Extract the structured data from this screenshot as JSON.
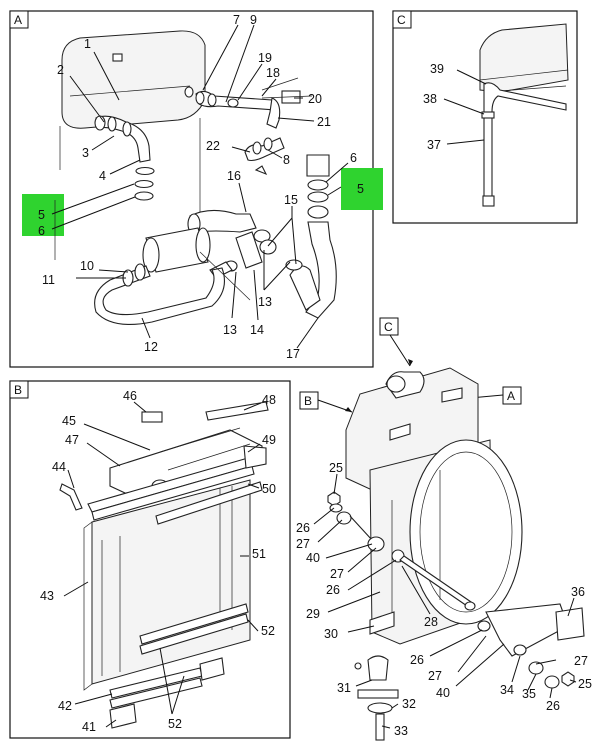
{
  "panels": {
    "a": {
      "tag": "A"
    },
    "b": {
      "tag": "B"
    },
    "c": {
      "tag": "C"
    }
  },
  "assembly_tags": {
    "c": "C",
    "b": "B",
    "a": "A"
  },
  "highlight_color": "#2fd32f",
  "callouts": {
    "a": [
      "1",
      "2",
      "3",
      "4",
      "5",
      "6",
      "7",
      "9",
      "19",
      "18",
      "20",
      "21",
      "22",
      "8",
      "16",
      "6",
      "5",
      "15",
      "10",
      "11",
      "13",
      "14",
      "13",
      "12",
      "17"
    ],
    "c": [
      "39",
      "38",
      "37"
    ],
    "b": [
      "46",
      "48",
      "45",
      "47",
      "49",
      "44",
      "50",
      "51",
      "43",
      "52",
      "42",
      "52",
      "41"
    ],
    "main": [
      "25",
      "26",
      "27",
      "40",
      "27",
      "26",
      "29",
      "30",
      "28",
      "36",
      "26",
      "27",
      "40",
      "27",
      "34",
      "35",
      "26",
      "25",
      "31",
      "32",
      "33"
    ]
  }
}
